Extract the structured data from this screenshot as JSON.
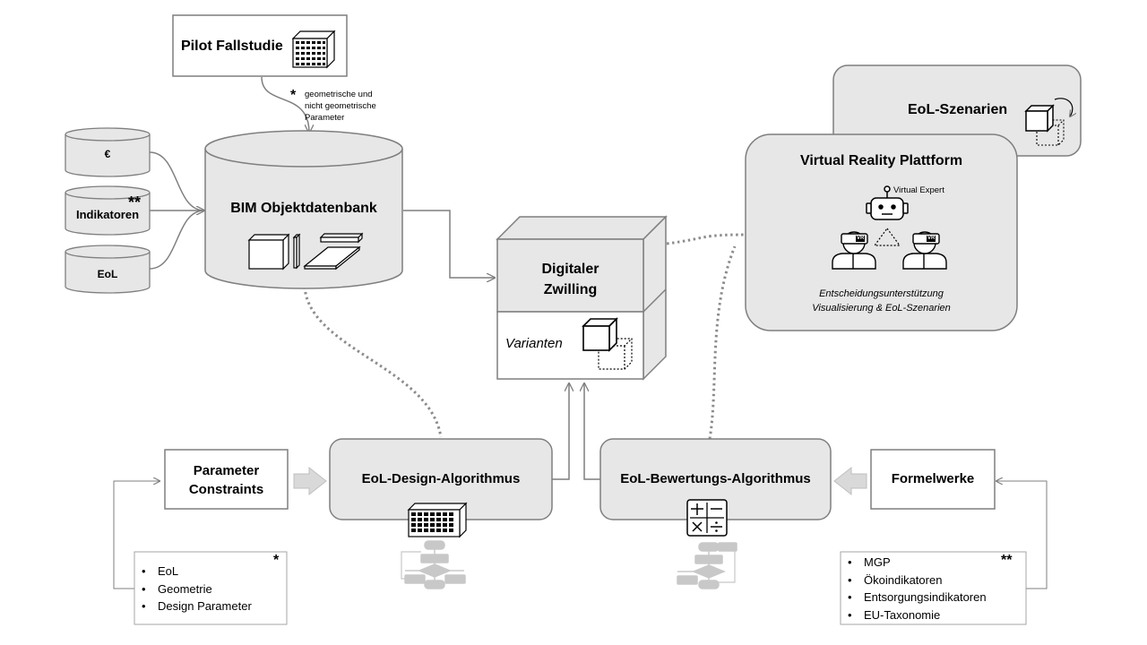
{
  "pilot": {
    "label": "Pilot Fallstudie"
  },
  "note_params": {
    "star": "*",
    "lines": [
      "geometrische und",
      "nicht geometrische",
      "Parameter"
    ]
  },
  "inputs": {
    "euro": "€",
    "indikatoren": "Indikatoren",
    "indikatoren_mark": "**",
    "eol": "EoL"
  },
  "bim": {
    "label": "BIM Objektdatenbank"
  },
  "twin": {
    "line1": "Digitaler",
    "line2": "Zwilling",
    "varianten": "Varianten"
  },
  "vr": {
    "title": "Virtual Reality Plattform",
    "expert": "Virtual Expert",
    "headset": "VR",
    "caption1": "Entscheidungsunterstützung",
    "caption2": "Visualisierung & EoL-Szenarien"
  },
  "scenarios": {
    "label": "EoL-Szenarien"
  },
  "param_constraints": {
    "line1": "Parameter",
    "line2": "Constraints"
  },
  "design_algo": {
    "label": "EoL-Design-Algorithmus"
  },
  "eval_algo": {
    "label": "EoL-Bewertungs-Algorithmus"
  },
  "formelwerke": {
    "label": "Formelwerke"
  },
  "list_left": {
    "mark": "*",
    "items": [
      "EoL",
      "Geometrie",
      "Design Parameter"
    ]
  },
  "list_right": {
    "mark": "**",
    "items": [
      "MGP",
      "Ökoindikatoren",
      "Entsorgungsindikatoren",
      "EU-Taxonomie"
    ]
  },
  "colors": {
    "box_fill": "#e7e7e7",
    "stroke": "#7f7f7f",
    "dotted": "#8c8c8c",
    "arrow_fill": "#d9d9d9",
    "flow_gray": "#c8c8c8"
  }
}
